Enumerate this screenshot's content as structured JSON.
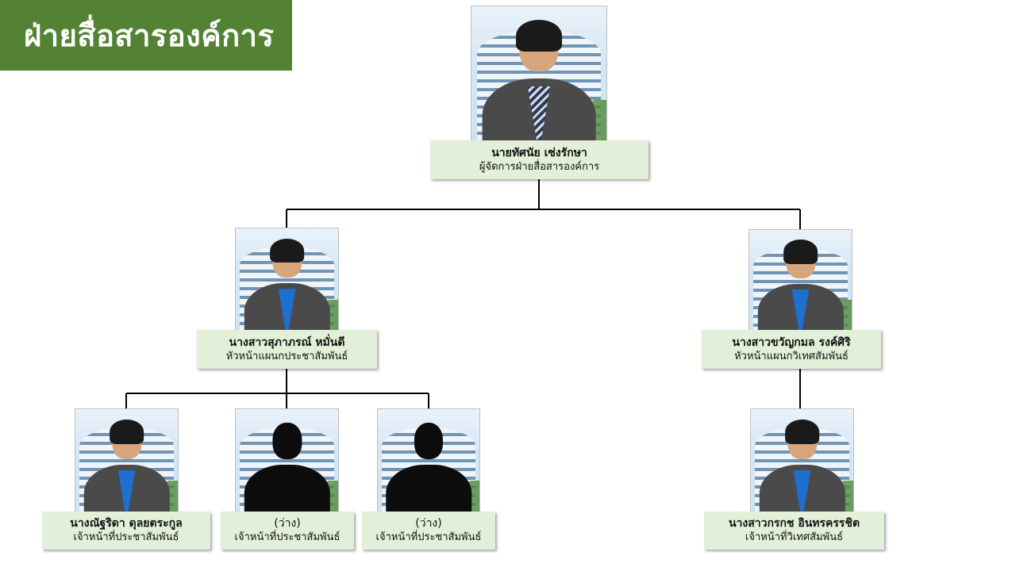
{
  "header": {
    "title": "ฝ่ายสื่อสารองค์การ"
  },
  "colors": {
    "banner": "#548235",
    "box_fill": "#e2efd9",
    "connector": "#000000"
  },
  "members": {
    "manager": {
      "name": "นายทัศนัย เซ่งรักษา",
      "position": "ผู้จัดการฝ่ายสื่อสารองค์การ",
      "photo": "portrait-photo"
    },
    "head_pr": {
      "name": "นางสาวสุภาภรณ์ หมั่นดี",
      "position": "หัวหน้าแผนกประชาสัมพันธ์",
      "photo": "portrait-photo"
    },
    "head_ext": {
      "name": "นางสาวขวัญกมล รงค์ศิริ",
      "position": "หัวหน้าแผนกวิเทศสัมพันธ์",
      "photo": "portrait-photo"
    },
    "staff_1": {
      "name": "นางณัฐริดา ดุลยตระกูล",
      "position": "เจ้าหน้าที่ประชาสัมพันธ์",
      "photo": "portrait-photo"
    },
    "staff_2": {
      "name": "(ว่าง)",
      "position": "เจ้าหน้าที่ประชาสัมพันธ์",
      "photo": "silhouette-placeholder"
    },
    "staff_3": {
      "name": "(ว่าง)",
      "position": "เจ้าหน้าที่ประชาสัมพันธ์",
      "photo": "silhouette-placeholder"
    },
    "staff_4": {
      "name": "นางสาวกรกช อินทรครรชิต",
      "position": "เจ้าหน้าที่วิเทศสัมพันธ์",
      "photo": "portrait-photo"
    }
  }
}
